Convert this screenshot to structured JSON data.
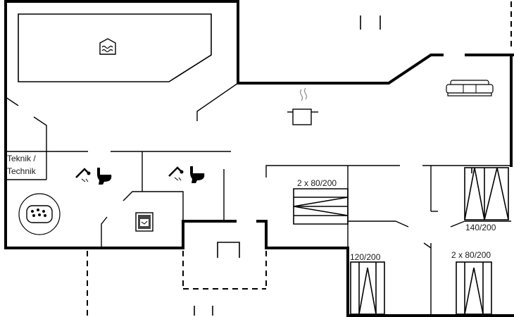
{
  "rooms": {
    "technik_label_line1": "Teknik /",
    "technik_label_line2": "Technik"
  },
  "beds": {
    "bed_top": "2 x 80/200",
    "bed_right_top": "140/200",
    "bed_bottom_left": "120/200",
    "bed_bottom_right": "2 x 80/200"
  },
  "icons": [
    "pool-icon",
    "stove-icon",
    "sofa-icon",
    "toilet-shower-icon",
    "toilet-shower-icon",
    "whirlpool-icon",
    "washing-machine-icon"
  ],
  "colors": {
    "walls": "#000000",
    "background": "#ffffff"
  }
}
